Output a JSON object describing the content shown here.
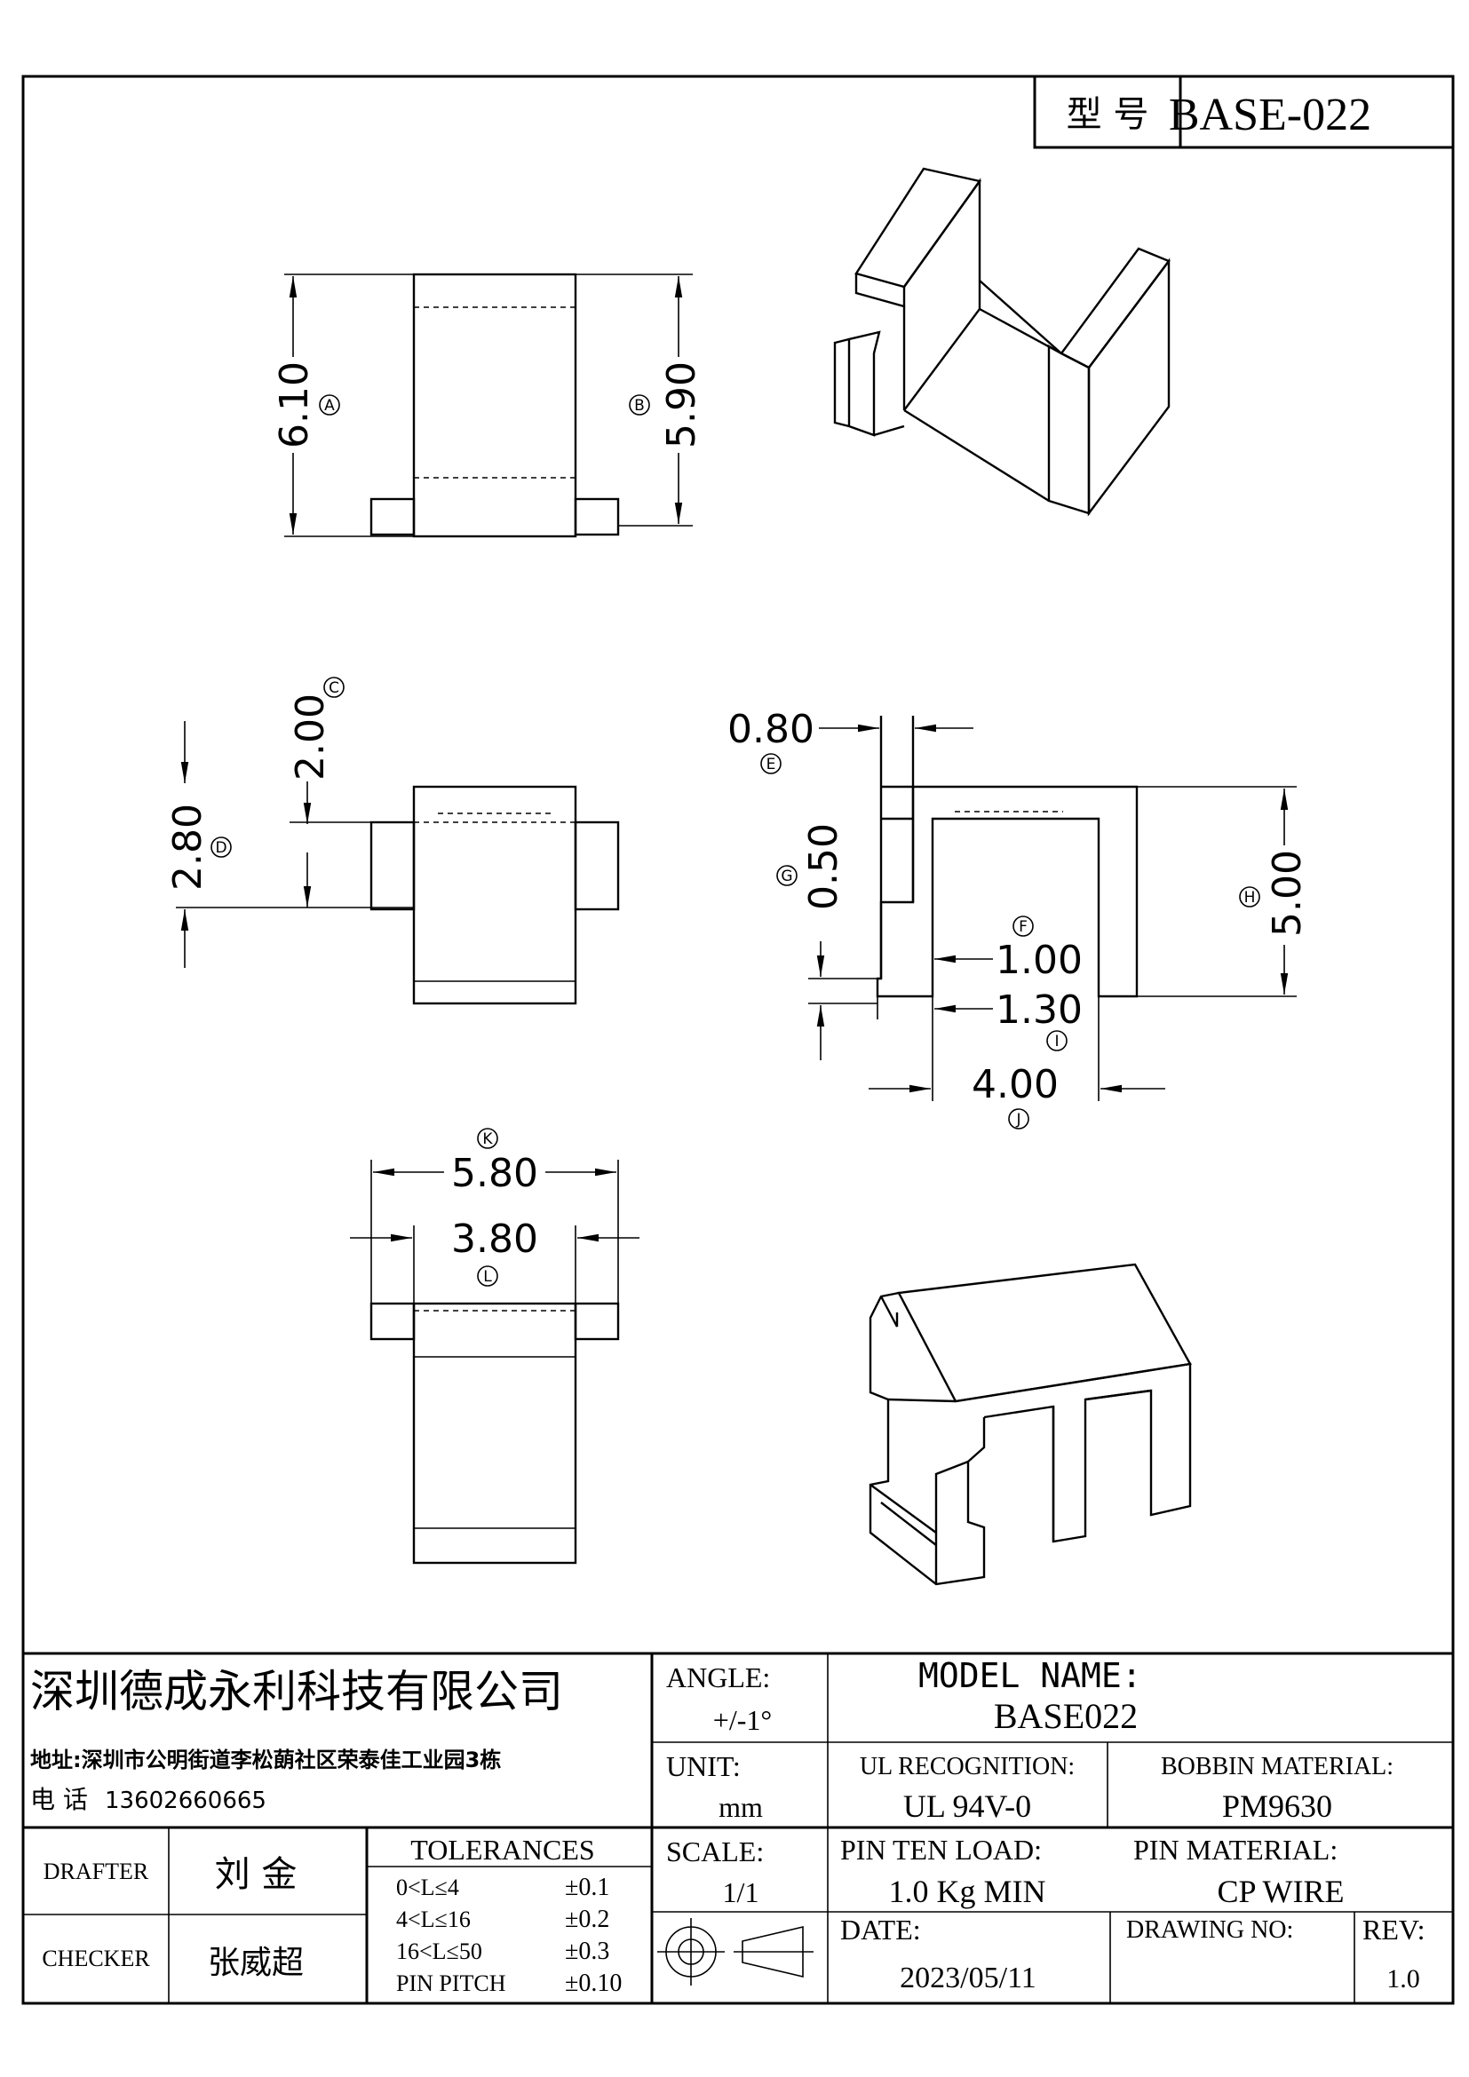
{
  "part_no": {
    "label": "型 号",
    "value": "BASE-022"
  },
  "dimensions": {
    "A": {
      "value": "6.10",
      "tag": "A"
    },
    "B": {
      "value": "5.90",
      "tag": "B"
    },
    "C": {
      "value": "2.00",
      "tag": "C"
    },
    "D": {
      "value": "2.80",
      "tag": "D"
    },
    "E": {
      "value": "0.80",
      "tag": "E"
    },
    "F": {
      "value": "1.00",
      "tag": "F"
    },
    "G": {
      "value": "0.50",
      "tag": "G"
    },
    "H": {
      "value": "5.00",
      "tag": "H"
    },
    "I": {
      "value": "1.30",
      "tag": "I"
    },
    "J": {
      "value": "4.00",
      "tag": "J"
    },
    "K": {
      "value": "5.80",
      "tag": "K"
    },
    "L": {
      "value": "3.80",
      "tag": "L"
    }
  },
  "title_block": {
    "company": "深圳德成永利科技有限公司",
    "address": "地址:深圳市公明街道李松蓢社区荣泰佳工业园3栋",
    "phone_label": "电 话",
    "phone": "13602660665",
    "angle_label": "ANGLE:",
    "angle_value": "+/-1°",
    "model_name_label": "MODEL NAME:",
    "model_name_value": "BASE022",
    "unit_label": "UNIT:",
    "unit_value": "mm",
    "ul_label": "UL RECOGNITION:",
    "ul_value": "UL 94V-0",
    "bobbin_material_label": "BOBBIN MATERIAL:",
    "bobbin_material_value": "PM9630",
    "drafter_label": "DRAFTER",
    "drafter_name": "刘 金",
    "checker_label": "CHECKER",
    "checker_name": "张威超",
    "tolerances_label": "TOLERANCES",
    "tolerances": [
      {
        "range": "0<L≤4",
        "tol": "±0.1"
      },
      {
        "range": "4<L≤16",
        "tol": "±0.2"
      },
      {
        "range": "16<L≤50",
        "tol": "±0.3"
      },
      {
        "range": "PIN PITCH",
        "tol": "±0.10"
      }
    ],
    "scale_label": "SCALE:",
    "scale_value": "1/1",
    "pin_load_label": "PIN TEN LOAD:",
    "pin_load_value": "1.0 Kg MIN",
    "pin_material_label": "PIN MATERIAL:",
    "pin_material_value": "CP WIRE",
    "date_label": "DATE:",
    "date_value": "2023/05/11",
    "drawing_no_label": "DRAWING NO:",
    "drawing_no_value": "",
    "rev_label": "REV:",
    "rev_value": "1.0"
  }
}
